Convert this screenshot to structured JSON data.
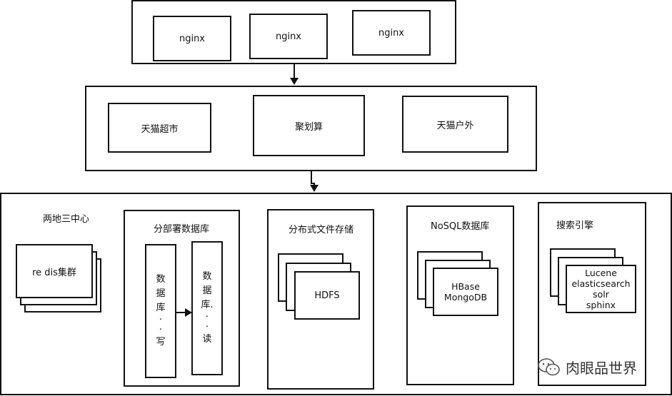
{
  "tier1": {
    "nodes": [
      "nginx",
      "nginx",
      "nginx"
    ]
  },
  "tier2": {
    "nodes": [
      "天猫超市",
      "聚划算",
      "天猫户外"
    ]
  },
  "tier3": {
    "redis": {
      "title": "两地三中心",
      "label": "re dis集群"
    },
    "db": {
      "title": "分部署数据库",
      "write": {
        "chars": [
          "数",
          "据",
          "库"
        ],
        "dots": [
          "·",
          "·"
        ],
        "op": "写"
      },
      "read": {
        "chars": [
          "数",
          "据",
          "库."
        ],
        "dots": [
          "·",
          "·"
        ],
        "op": "读"
      }
    },
    "fs": {
      "title": "分布式文件存储",
      "label": "HDFS"
    },
    "nosql": {
      "title": "NoSQL数据库",
      "line1": "HBase",
      "line2": "MongoDB"
    },
    "search": {
      "title": "搜索引擎",
      "items": [
        "Lucene",
        "elasticsearch",
        "solr",
        "sphinx"
      ]
    }
  },
  "watermark": {
    "text": "肉眼品世界",
    "icon": "wechat-icon"
  }
}
